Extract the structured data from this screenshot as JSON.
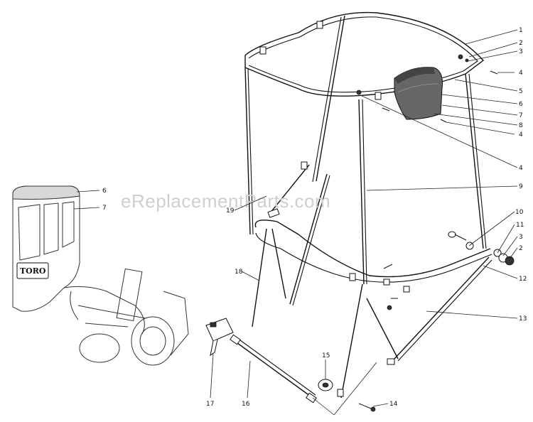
{
  "watermark": "eReplacementParts.com",
  "inset": {
    "brand_text": "TORO"
  },
  "callouts": [
    {
      "id": "c1",
      "text": "1"
    },
    {
      "id": "c2",
      "text": "2"
    },
    {
      "id": "c3",
      "text": "3"
    },
    {
      "id": "c4a",
      "text": "4"
    },
    {
      "id": "c5",
      "text": "5"
    },
    {
      "id": "c6",
      "text": "6"
    },
    {
      "id": "c7",
      "text": "7"
    },
    {
      "id": "c8",
      "text": "8"
    },
    {
      "id": "c4b",
      "text": "4"
    },
    {
      "id": "c4c",
      "text": "4"
    },
    {
      "id": "c9",
      "text": "9"
    },
    {
      "id": "c10",
      "text": "10"
    },
    {
      "id": "c11",
      "text": "11"
    },
    {
      "id": "c3b",
      "text": "3"
    },
    {
      "id": "c2b",
      "text": "2"
    },
    {
      "id": "c12",
      "text": "12"
    },
    {
      "id": "c13",
      "text": "13"
    },
    {
      "id": "c14",
      "text": "14"
    },
    {
      "id": "c15",
      "text": "15"
    },
    {
      "id": "c16",
      "text": "16"
    },
    {
      "id": "c17",
      "text": "17"
    },
    {
      "id": "c18",
      "text": "18"
    },
    {
      "id": "c19",
      "text": "19"
    },
    {
      "id": "c6i",
      "text": "6"
    },
    {
      "id": "c7i",
      "text": "7"
    }
  ]
}
